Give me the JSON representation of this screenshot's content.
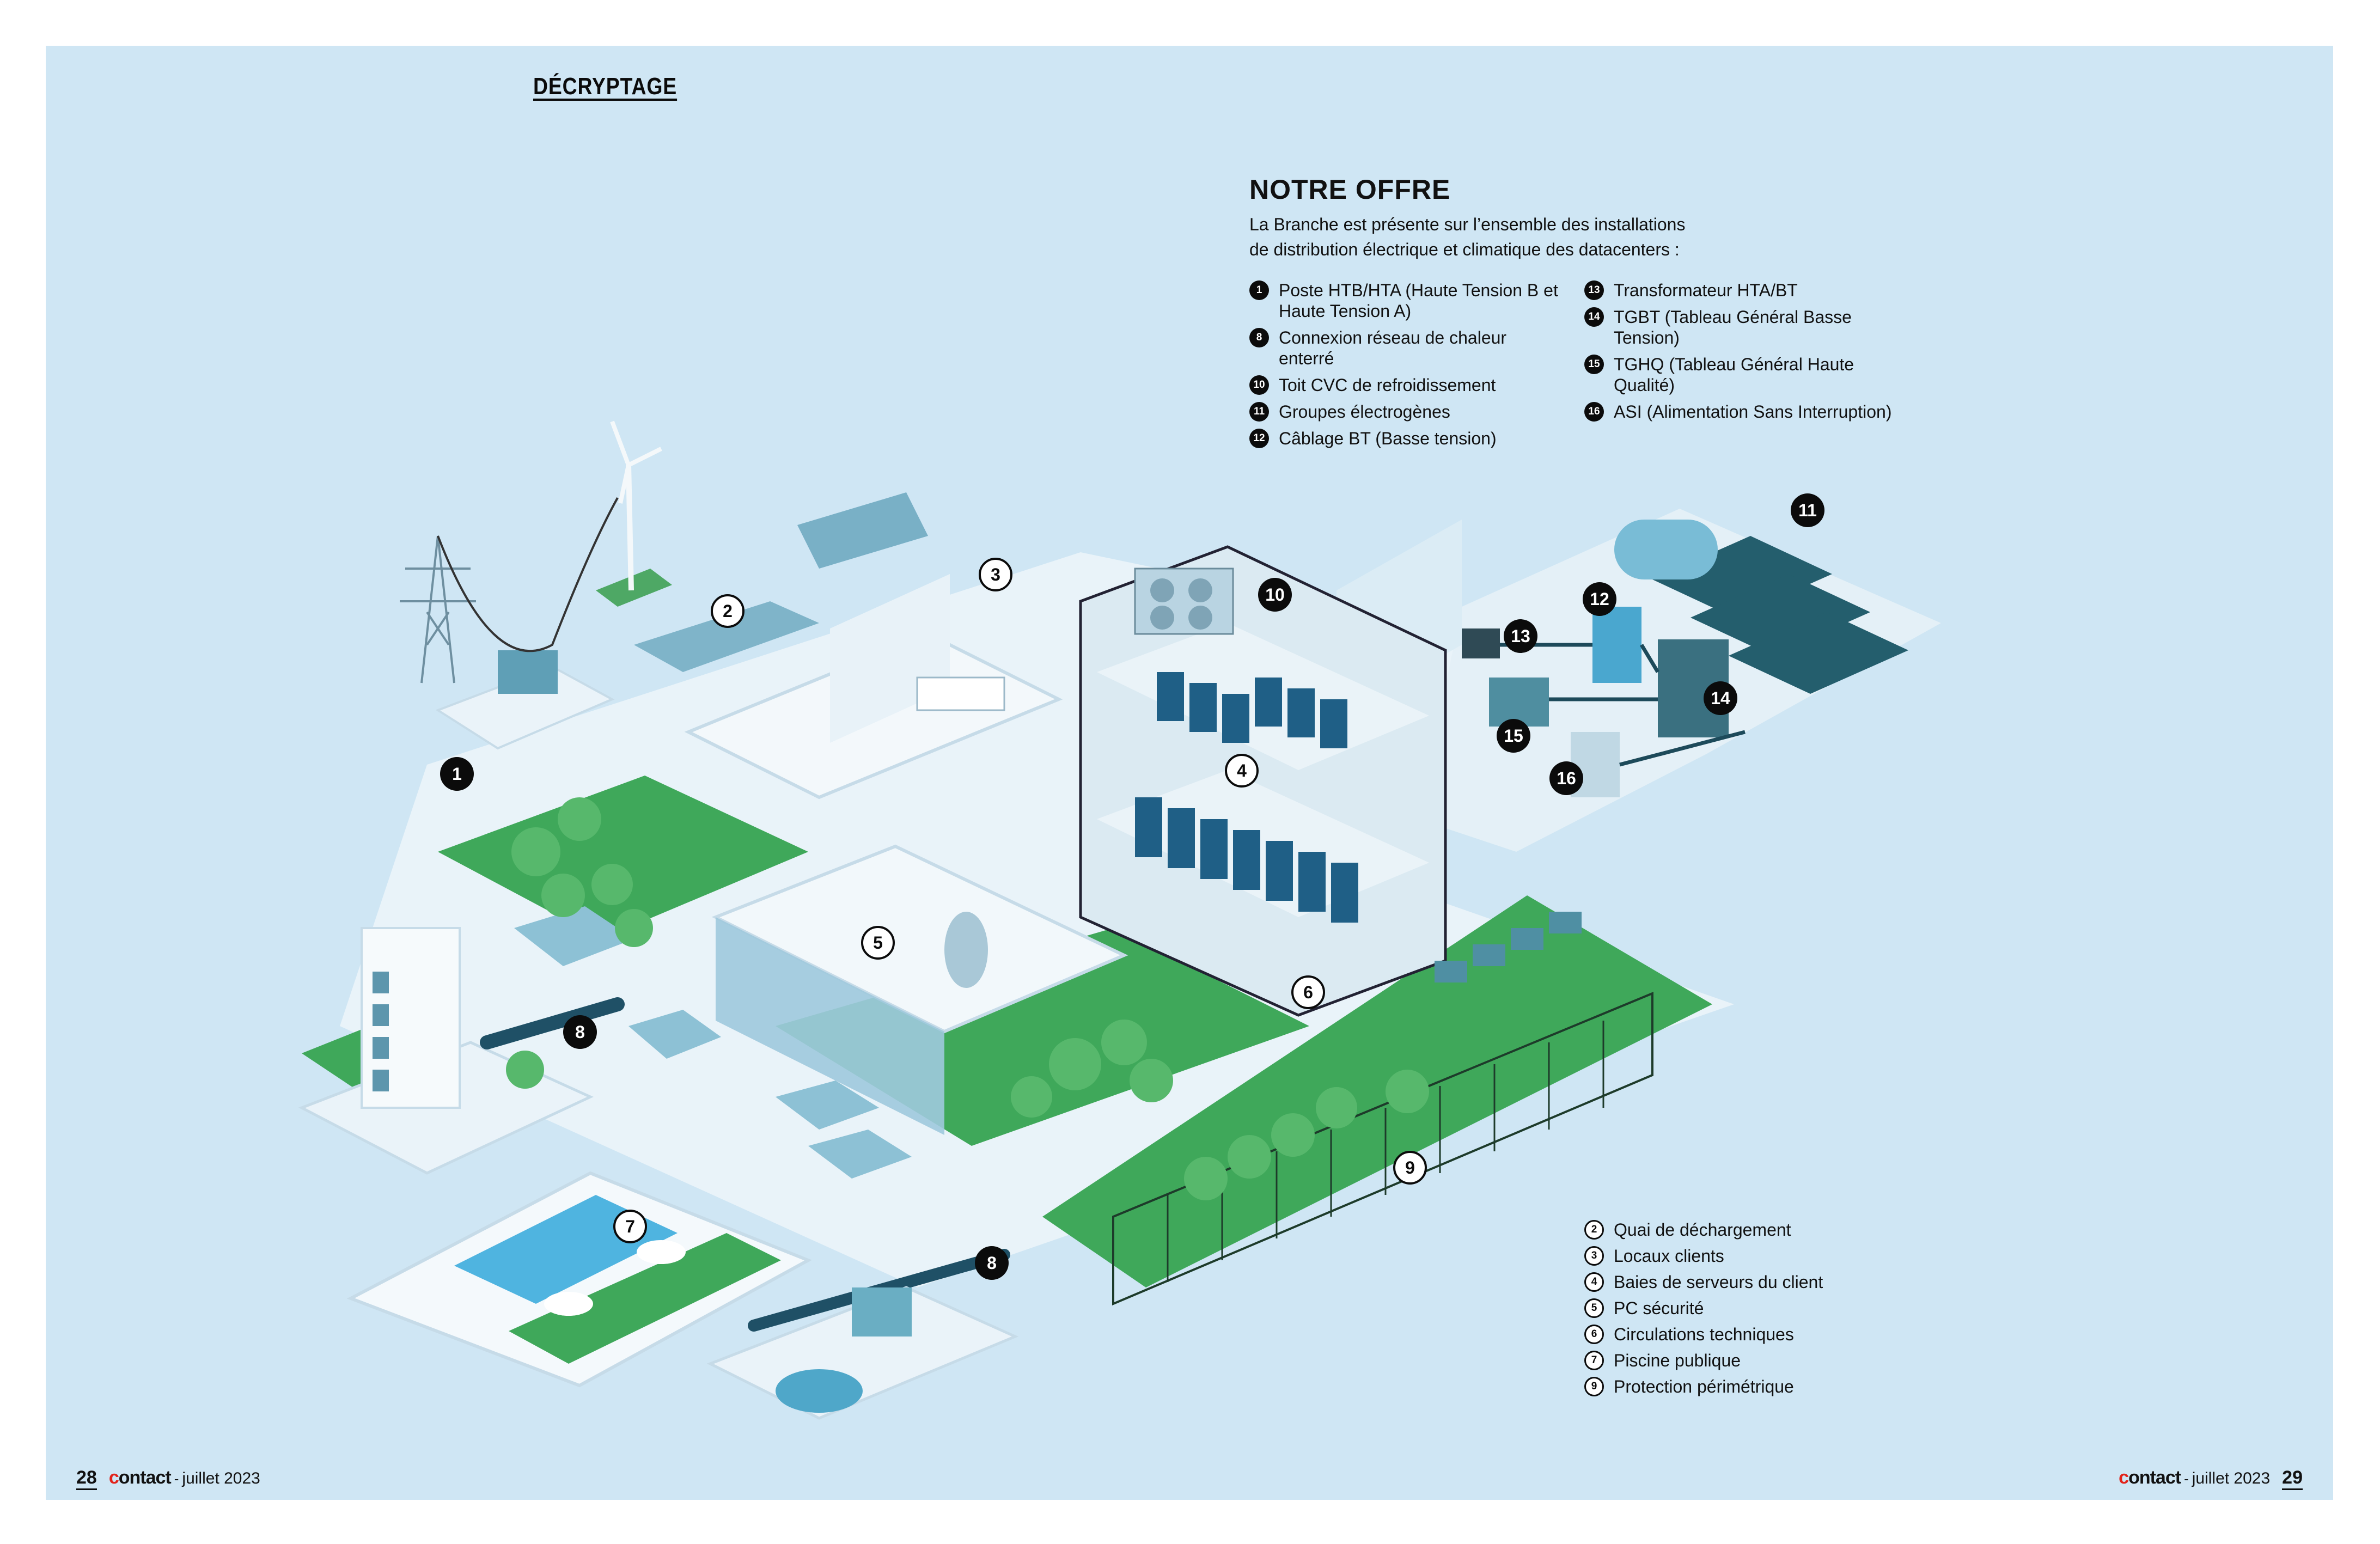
{
  "header": {
    "section_tag": "DÉCRYPTAGE"
  },
  "offer": {
    "title": "NOTRE OFFRE",
    "intro_line1": "La Branche est présente sur l’ensemble des installations",
    "intro_line2": "de distribution électrique et climatique des datacenters :",
    "left_items": [
      {
        "num": "1",
        "label": "Poste HTB/HTA (Haute Tension B et Haute Tension A)"
      },
      {
        "num": "8",
        "label": "Connexion réseau de chaleur enterré"
      },
      {
        "num": "10",
        "label": "Toit CVC de refroidissement"
      },
      {
        "num": "11",
        "label": "Groupes électrogènes"
      },
      {
        "num": "12",
        "label": "Câblage BT (Basse tension)"
      }
    ],
    "right_items": [
      {
        "num": "13",
        "label": "Transformateur HTA/BT"
      },
      {
        "num": "14",
        "label": "TGBT (Tableau Général Basse Tension)"
      },
      {
        "num": "15",
        "label": "TGHQ (Tableau Général Haute Qualité)"
      },
      {
        "num": "16",
        "label": "ASI (Alimentation Sans Interruption)"
      }
    ]
  },
  "bottom_legend": [
    {
      "num": "2",
      "label": "Quai de déchargement"
    },
    {
      "num": "3",
      "label": "Locaux clients"
    },
    {
      "num": "4",
      "label": "Baies de serveurs du client"
    },
    {
      "num": "5",
      "label": "PC sécurité"
    },
    {
      "num": "6",
      "label": "Circulations techniques"
    },
    {
      "num": "7",
      "label": "Piscine publique"
    },
    {
      "num": "9",
      "label": "Protection périmétrique"
    }
  ],
  "markers": {
    "m1": "1",
    "m2": "2",
    "m3": "3",
    "m4": "4",
    "m5": "5",
    "m6": "6",
    "m7": "7",
    "m8a": "8",
    "m8b": "8",
    "m9": "9",
    "m10": "10",
    "m11": "11",
    "m12": "12",
    "m13": "13",
    "m14": "14",
    "m15": "15",
    "m16": "16"
  },
  "footer": {
    "left_page": "28",
    "right_page": "29",
    "brand_first": "c",
    "brand_rest": "ontact",
    "separator": "-",
    "issue": "juillet 2023"
  },
  "colors": {
    "background": "#cfe6f4",
    "grass": "#3fa85a",
    "building": "#eef6fb",
    "server": "#1f5f86",
    "equipment": "#2a6d80",
    "brand_red": "#e2231a"
  }
}
